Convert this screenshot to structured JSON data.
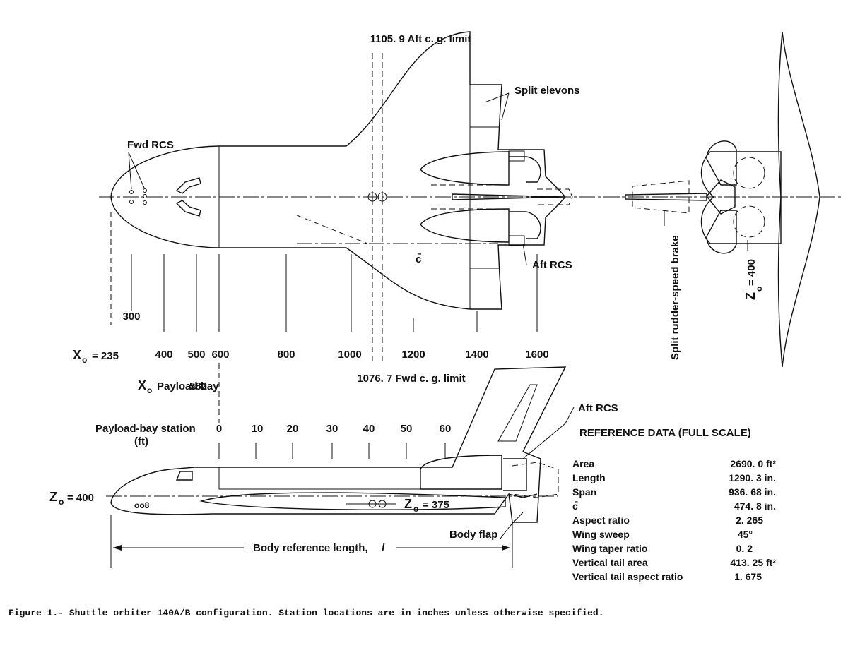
{
  "top_view": {
    "aft_cg_label": "1105. 9 Aft c. g. limit",
    "split_elevons": "Split elevons",
    "fwd_rcs": "Fwd RCS",
    "cbar": "c̄",
    "aft_rcs": "Aft RCS",
    "xo_label": "X",
    "xo_sub": "o",
    "xo_value": "= 235",
    "stations_lower": [
      "300",
      "400",
      "500",
      "600",
      "800",
      "1000",
      "1200",
      "1400",
      "1600"
    ],
    "fwd_cg_label": "1076. 7 Fwd c. g. limit"
  },
  "rear_view": {
    "split_rudder": "Split rudder-speed brake",
    "zo_label": "Z",
    "zo_sub": "o",
    "zo_value": "= 400"
  },
  "side_view": {
    "payload_bay_x": "X",
    "payload_bay_sub": "o",
    "payload_bay_label": "Payload bay",
    "payload_bay_value": "582",
    "payload_station_label": "Payload-bay station",
    "payload_station_unit": "(ft)",
    "payload_ticks": [
      "0",
      "10",
      "20",
      "30",
      "40",
      "50",
      "60"
    ],
    "aft_rcs": "Aft RCS",
    "zo_left": "= 400",
    "zo_right": "= 375",
    "body_flap": "Body flap",
    "body_ref": "Body reference length,",
    "body_ref_symbol": "l"
  },
  "reference": {
    "title": "REFERENCE DATA (FULL SCALE)",
    "rows": [
      {
        "label": "Area",
        "value": "2690. 0 ft²"
      },
      {
        "label": "Length",
        "value": "1290. 3 in."
      },
      {
        "label": "Span",
        "value": "936. 68 in."
      },
      {
        "label": "c̄",
        "value": "474. 8 in."
      },
      {
        "label": "Aspect ratio",
        "value": "2. 265"
      },
      {
        "label": "Wing sweep",
        "value": "45°"
      },
      {
        "label": "Wing taper ratio",
        "value": "0. 2"
      },
      {
        "label": "Vertical tail area",
        "value": "413. 25 ft²"
      },
      {
        "label": "Vertical tail aspect ratio",
        "value": "1. 675"
      }
    ]
  },
  "caption": "Figure 1.- Shuttle orbiter 140A/B configuration.  Station locations are in inches unless otherwise specified."
}
